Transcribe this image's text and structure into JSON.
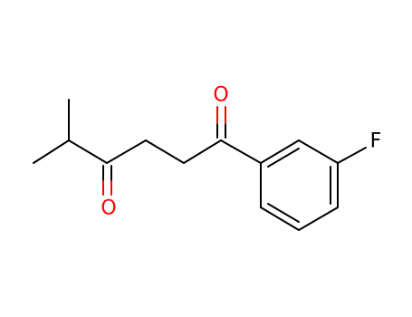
{
  "atoms": {
    "o1": {
      "symbol": "O",
      "color": "#ff0000"
    },
    "o2": {
      "symbol": "O",
      "color": "#ff0000"
    },
    "f": {
      "symbol": "F",
      "color": "#000000"
    }
  }
}
